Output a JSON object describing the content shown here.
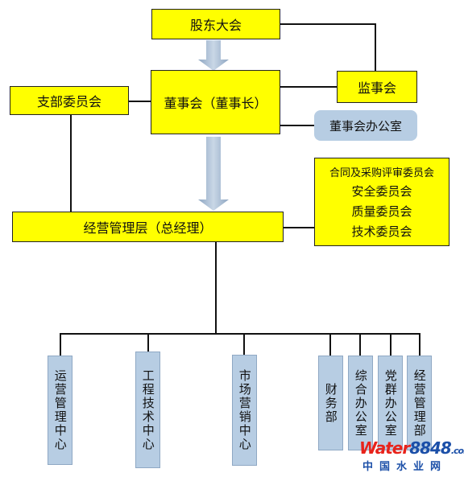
{
  "nodes": {
    "shareholders": "股东大会",
    "board": "董事会（董事长）",
    "supervisors": "监事会",
    "branch_committee": "支部委员会",
    "board_office": "董事会办公室",
    "management": "经营管理层（总经理）",
    "committees": [
      "合同及采购评审委员会",
      "安全委员会",
      "质量委员会",
      "技术委员会"
    ],
    "departments": [
      "运营管理中心",
      "工程技术中心",
      "市场营销中心",
      "财务部",
      "综合办公室",
      "党群办公室",
      "经营管理部"
    ]
  },
  "watermark": {
    "brand_part1": "Water",
    "brand_part2": "8848",
    "brand_suffix": ".com",
    "subtitle": "中国水业网"
  },
  "colors": {
    "primary_box": "#ffff00",
    "secondary_box": "#b7cde3",
    "arrow": "#9fb3cc",
    "line": "#111111"
  }
}
